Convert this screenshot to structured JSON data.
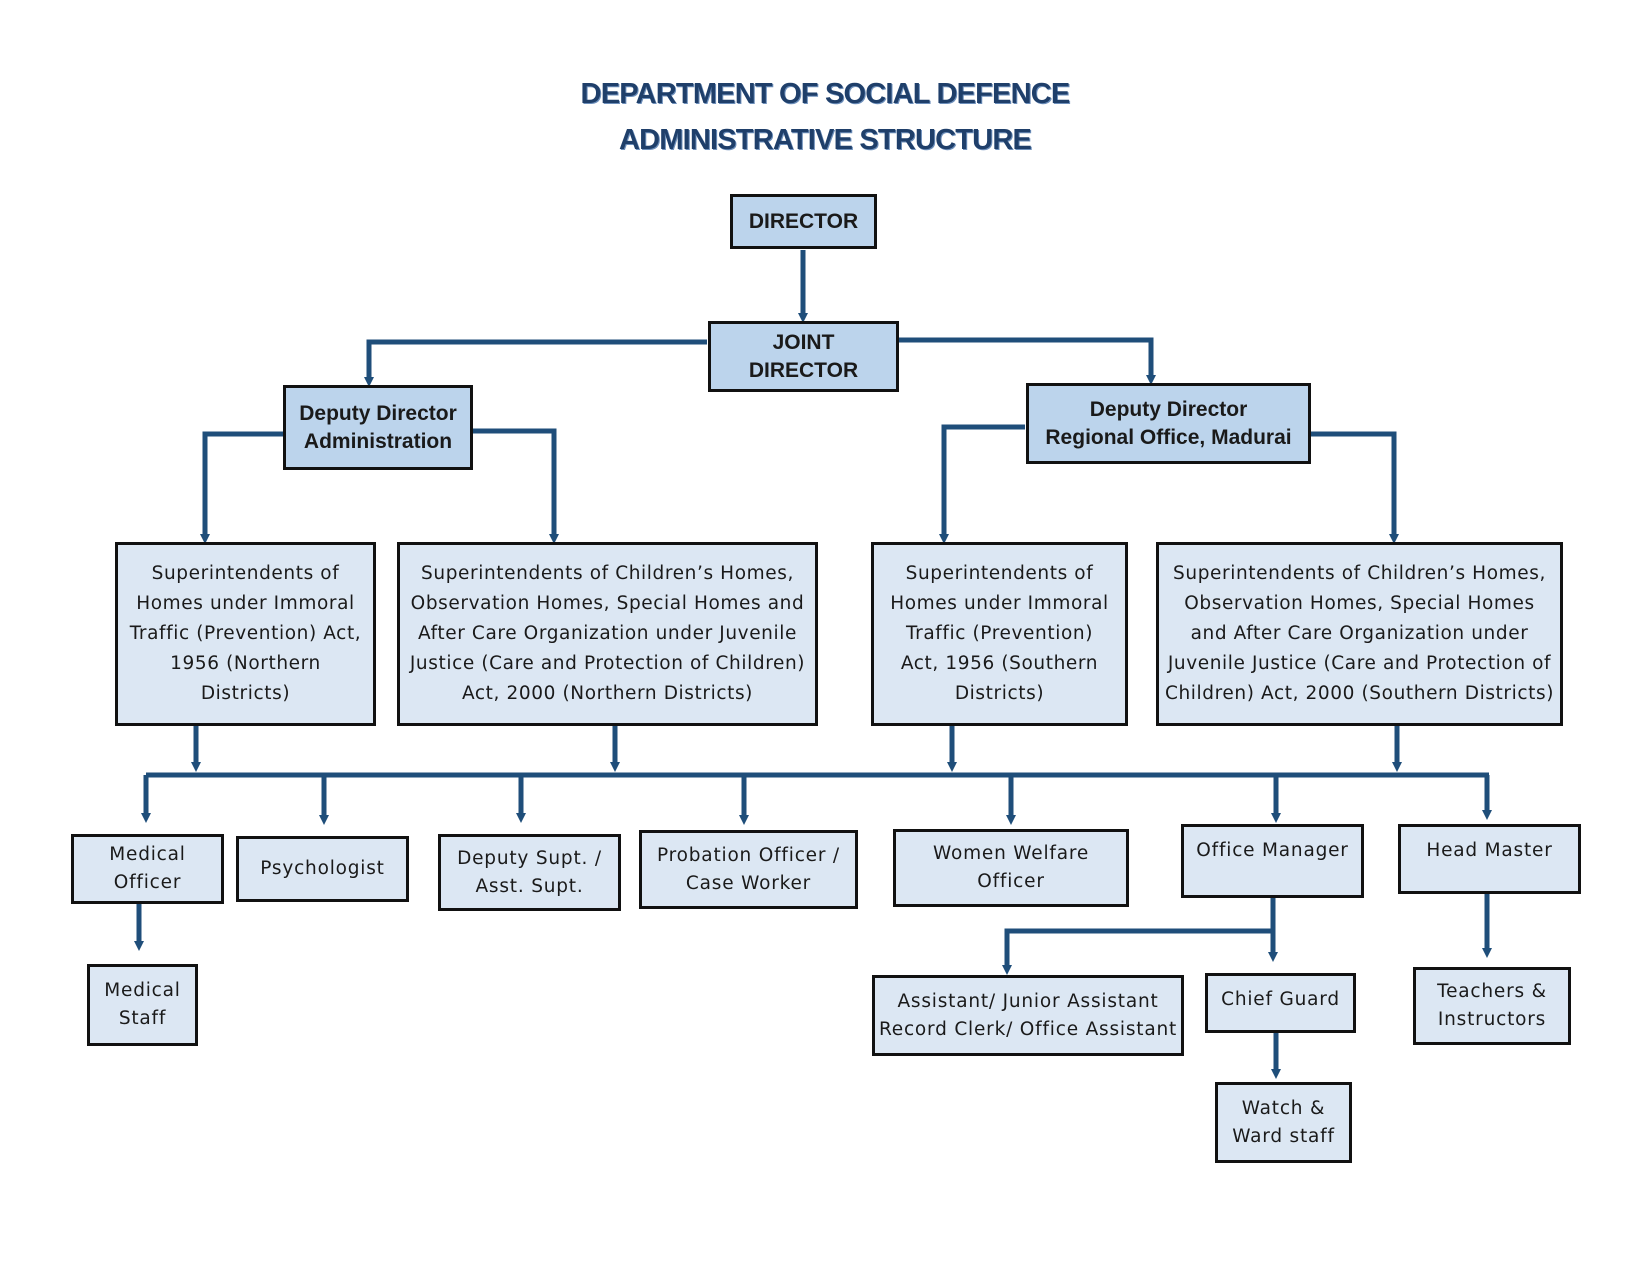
{
  "title": {
    "line1": "DEPARTMENT OF SOCIAL DEFENCE",
    "line2": "ADMINISTRATIVE STRUCTURE"
  },
  "colors": {
    "connector": "#1f4e7a",
    "top_box": "#bcd4ec",
    "box": "#dce7f3",
    "title": "#1f3f6a"
  },
  "nodes": {
    "director": "DIRECTOR",
    "joint_director": "JOINT\nDIRECTOR",
    "dd_admin": "Deputy Director\nAdministration",
    "dd_madurai": "Deputy Director\nRegional Office, Madurai",
    "supt_itpa_north": "Superintendents of\nHomes under Immoral\nTraffic (Prevention) Act,\n1956 (Northern\nDistricts)",
    "supt_jj_north": "Superintendents of Children’s Homes,\nObservation Homes, Special Homes and\nAfter Care Organization under Juvenile\nJustice (Care and Protection of Children)\nAct, 2000 (Northern Districts)",
    "supt_itpa_south": "Superintendents of\nHomes under Immoral\nTraffic (Prevention)\nAct, 1956 (Southern\nDistricts)",
    "supt_jj_south": "Superintendents of Children’s Homes,\nObservation Homes, Special Homes\nand After Care Organization under\nJuvenile Justice (Care and Protection of\nChildren) Act, 2000 (Southern Districts)",
    "medical_officer": "Medical\nOfficer",
    "psychologist": "Psychologist",
    "deputy_supt": "Deputy Supt. /\nAsst. Supt.",
    "probation_officer": "Probation Officer /\nCase Worker",
    "women_welfare": "Women Welfare\nOfficer",
    "office_manager": "Office Manager",
    "head_master": "Head Master",
    "medical_staff": "Medical\nStaff",
    "assistant": "Assistant/ Junior Assistant\nRecord Clerk/ Office Assistant",
    "chief_guard": "Chief Guard",
    "teachers": "Teachers &\nInstructors",
    "watch_ward": "Watch &\nWard staff"
  }
}
